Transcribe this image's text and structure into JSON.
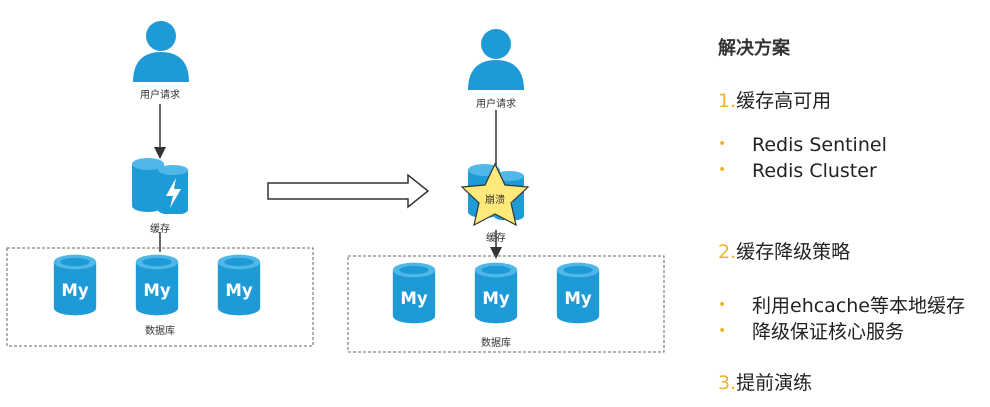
{
  "colors": {
    "accent_blue": "#1e9bd7",
    "accent_yellow": "#f0b428",
    "star_fill": "#ffe97a",
    "line_dark": "#333333"
  },
  "left_diagram": {
    "user_label": "用户请求",
    "cache_label": "缓存",
    "db_label": "数据库",
    "db_icon_text": "My"
  },
  "right_diagram": {
    "user_label": "用户请求",
    "cache_label": "缓存",
    "db_label": "数据库",
    "db_icon_text": "My",
    "crash_label": "崩溃"
  },
  "solution": {
    "heading": "解决方案",
    "sections": [
      {
        "num": "1.",
        "title": "缓存高可用",
        "items": [
          "Redis Sentinel",
          "Redis Cluster"
        ]
      },
      {
        "num": "2.",
        "title": "缓存降级策略",
        "items": [
          "利用ehcache等本地缓存",
          "降级保证核心服务"
        ]
      },
      {
        "num": "3.",
        "title": "提前演练",
        "items": []
      }
    ],
    "bullet_char": "•"
  }
}
